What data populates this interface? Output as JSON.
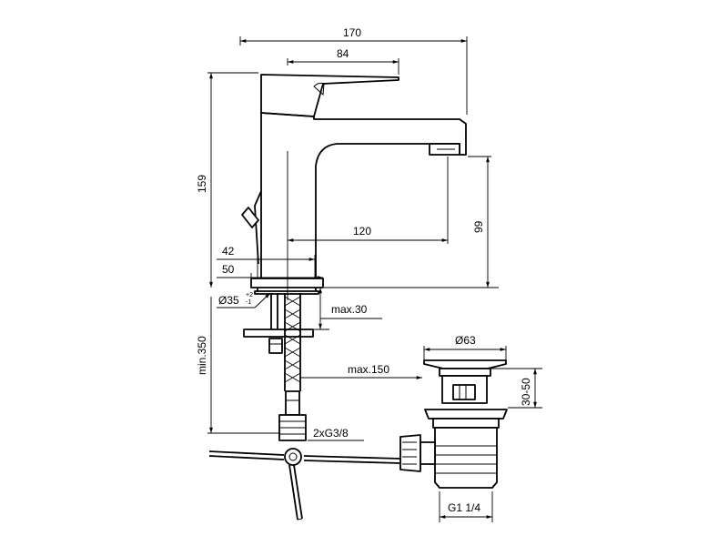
{
  "dimensions": {
    "overall_width": "170",
    "lever_length": "84",
    "total_height": "159",
    "spout_reach": "120",
    "spout_height": "99",
    "base_42": "42",
    "base_50": "50",
    "hole_diameter": "Ø35",
    "hole_tolerance_plus": "+2",
    "hole_tolerance_minus": "-1",
    "max_thickness": "max.30",
    "hose_length_min": "min.350",
    "max_offset": "max.150",
    "hose_connection": "2xG3/8",
    "waste_diameter": "Ø63",
    "waste_height": "30-50",
    "waste_thread": "G1 1/4"
  }
}
